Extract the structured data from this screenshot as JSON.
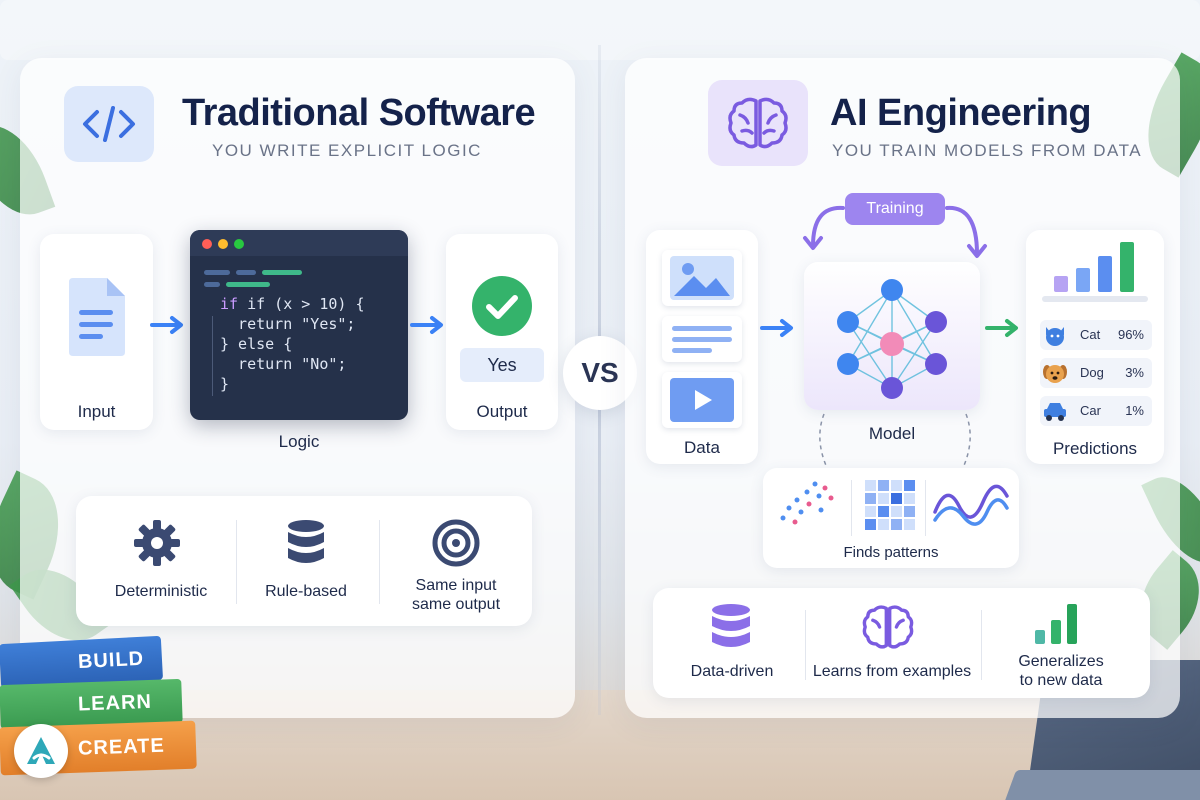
{
  "left": {
    "title": "Traditional Software",
    "subtitle": "YOU WRITE EXPLICIT LOGIC",
    "input_label": "Input",
    "logic_label": "Logic",
    "output_label": "Output",
    "output_value": "Yes",
    "code": {
      "line1": "if (x > 10) {",
      "line2": "  return \"Yes\";",
      "line3": "} else {",
      "line4": "  return \"No\";",
      "line5": "}"
    },
    "features": [
      "Deterministic",
      "Rule-based",
      "Same input",
      "same output"
    ]
  },
  "vs": "VS",
  "right": {
    "title": "AI Engineering",
    "subtitle": "YOU TRAIN MODELS FROM DATA",
    "training_label": "Training",
    "data_label": "Data",
    "model_label": "Model",
    "predictions_label": "Predictions",
    "patterns_label": "Finds patterns",
    "predictions": [
      {
        "label": "Cat",
        "value": "96%"
      },
      {
        "label": "Dog",
        "value": "3%"
      },
      {
        "label": "Car",
        "value": "1%"
      }
    ],
    "features": [
      "Data-driven",
      "Learns from examples",
      "Generalizes",
      "to new data"
    ]
  },
  "books": [
    "BUILD",
    "LEARN",
    "CREATE"
  ],
  "colors": {
    "accent_blue": "#3b82f6",
    "accent_purple": "#8b6fe8",
    "accent_green": "#34b36b",
    "navy": "#14224a"
  }
}
